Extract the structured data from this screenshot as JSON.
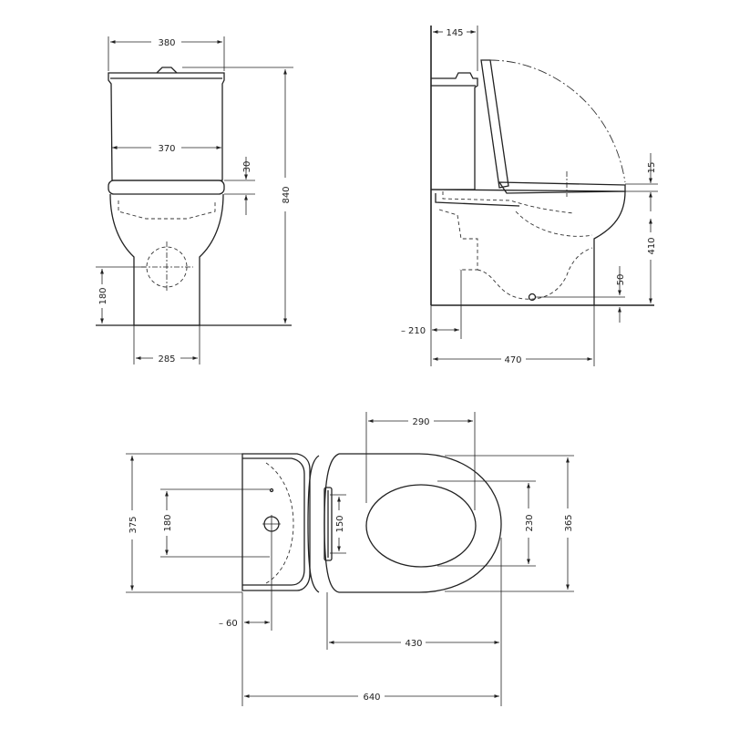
{
  "front_view": {
    "width_top": "380",
    "width_inner": "370",
    "seat_gap": "30",
    "total_height": "840",
    "outlet_height": "180",
    "base_width": "285"
  },
  "side_view": {
    "tank_depth": "145",
    "seat_gap": "15",
    "seat_height": "410",
    "outlet_height": "50",
    "wall_offset": "210",
    "depth": "470"
  },
  "top_view": {
    "opening_width": "290",
    "total_width": "375",
    "tank_inner": "180",
    "seat_hinge": "150",
    "opening_length": "230",
    "bowl_width": "365",
    "wall_offset": "60",
    "bowl_length": "430",
    "total_length": "640"
  }
}
